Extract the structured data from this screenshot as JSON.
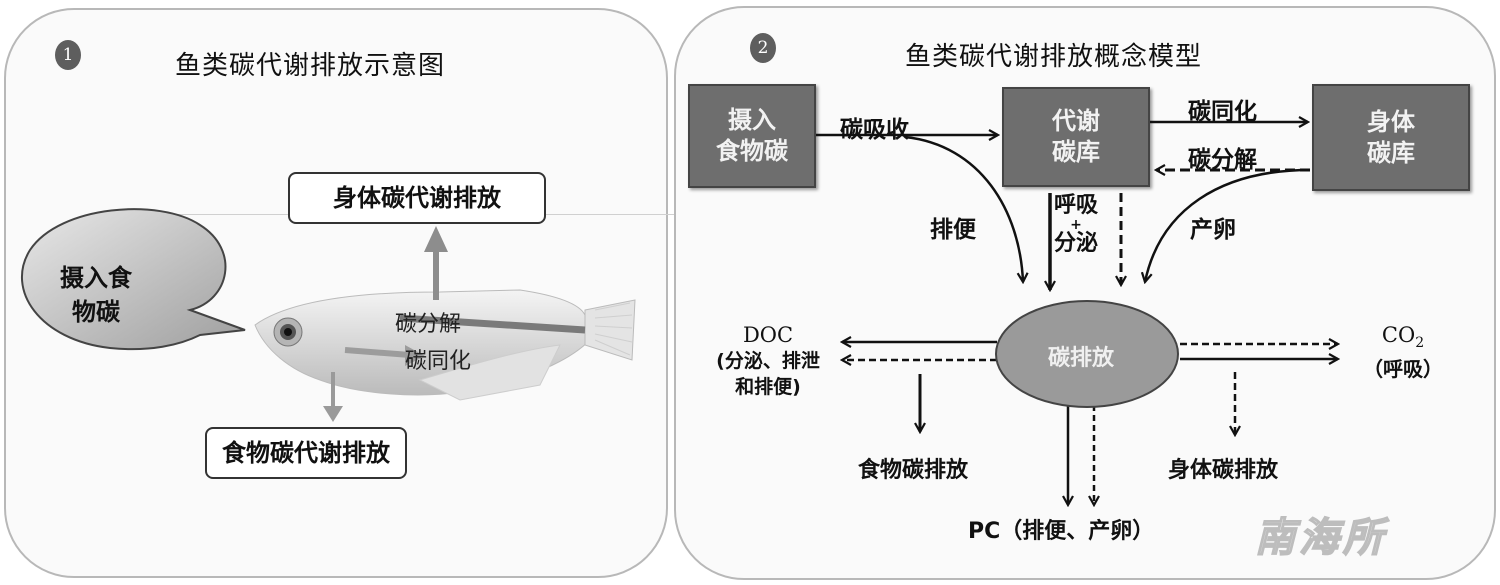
{
  "panel1": {
    "badge": "1",
    "title": "鱼类碳代谢排放示意图",
    "body_emission_box": "身体碳代谢排放",
    "food_emission_box": "食物碳代谢排放",
    "speech_bubble": [
      "摄入食",
      "物碳"
    ],
    "fish_labels": {
      "decomposition": "碳分解",
      "assimilation": "碳同化"
    }
  },
  "panel2": {
    "badge": "2",
    "title": "鱼类碳代谢排放概念模型",
    "boxes": {
      "intake": [
        "摄入",
        "食物碳"
      ],
      "metabolic_pool": [
        "代谢",
        "碳库"
      ],
      "body_pool": [
        "身体",
        "碳库"
      ]
    },
    "flows": {
      "absorption": "碳吸收",
      "assimilation": "碳同化",
      "decomposition": "碳分解",
      "defecation": "排便",
      "respiration_secretion": [
        "呼吸",
        "+",
        "分泌"
      ],
      "spawning": "产卵"
    },
    "center": "碳排放",
    "outputs": {
      "doc": [
        "DOC",
        "(分泌、排泄",
        "和排便)"
      ],
      "co2_main": "CO",
      "co2_sub": "2",
      "co2_note": "（呼吸）",
      "food_carbon_emission": "食物碳排放",
      "body_carbon_emission": "身体碳排放",
      "pc": "PC（排便、产卵）"
    },
    "legend_semantics": {
      "solid_arrow": "食物碳排放",
      "dashed_arrow": "身体碳排放"
    }
  },
  "watermark": "南海所",
  "colors": {
    "box_fill": "#6e6e6e",
    "ellipse_fill": "#9a9a9a",
    "badge_fill": "#5e5e5e",
    "panel_border": "#b8b8b8",
    "bubble_fill": "#bdbdbd"
  }
}
